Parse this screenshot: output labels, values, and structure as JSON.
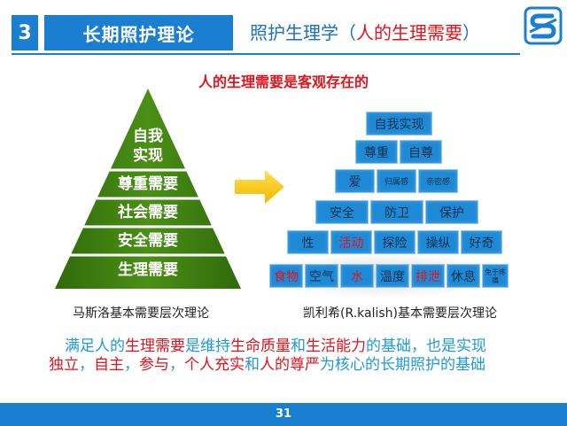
{
  "header": {
    "number": "3",
    "title": "长期照护理论",
    "subtitle_prefix": "照护生理学（",
    "subtitle_highlight": "人的生理需要",
    "subtitle_suffix": "）"
  },
  "top_caption": "人的生理需要是客观存在的",
  "maslow": {
    "levels": [
      "自我",
      "实现",
      "尊重需要",
      "社会需要",
      "安全需要",
      "生理需要"
    ],
    "caption": "马斯洛基本需要层次理论"
  },
  "kalish": {
    "row1": [
      "自我实现"
    ],
    "row2": [
      "尊重",
      "自尊"
    ],
    "row3": [
      "爱",
      "归属感",
      "亲密感"
    ],
    "row4": [
      "安全",
      "防卫",
      "保护"
    ],
    "row5": [
      "性",
      "活动",
      "探险",
      "操纵",
      "好奇"
    ],
    "row6": [
      "食物",
      "空气",
      "水",
      "温度",
      "排泄",
      "休息",
      "免于疼痛"
    ],
    "caption": "凯利希(R.kalish)基本需要层次理论"
  },
  "bottom": {
    "line1_a": "满足人的",
    "line1_b": "生理需要",
    "line1_c": "是维持",
    "line1_d": "生命质量",
    "line1_e": "和",
    "line1_f": "生活能力",
    "line1_g": "的基础，也是实现",
    "line2_a": "独立",
    "line2_b": "，",
    "line2_c": "自主",
    "line2_d": "，",
    "line2_e": "参与",
    "line2_f": "，",
    "line2_g": "个人充实",
    "line2_h": "和",
    "line2_i": "人的尊严",
    "line2_j": "为核心的长期照护的基础"
  },
  "footer": {
    "page_number": "31"
  },
  "colors": {
    "brand_blue": "#1b7fd1",
    "accent_red": "#e0141e",
    "pyramid_green": "#3c7d0e"
  }
}
